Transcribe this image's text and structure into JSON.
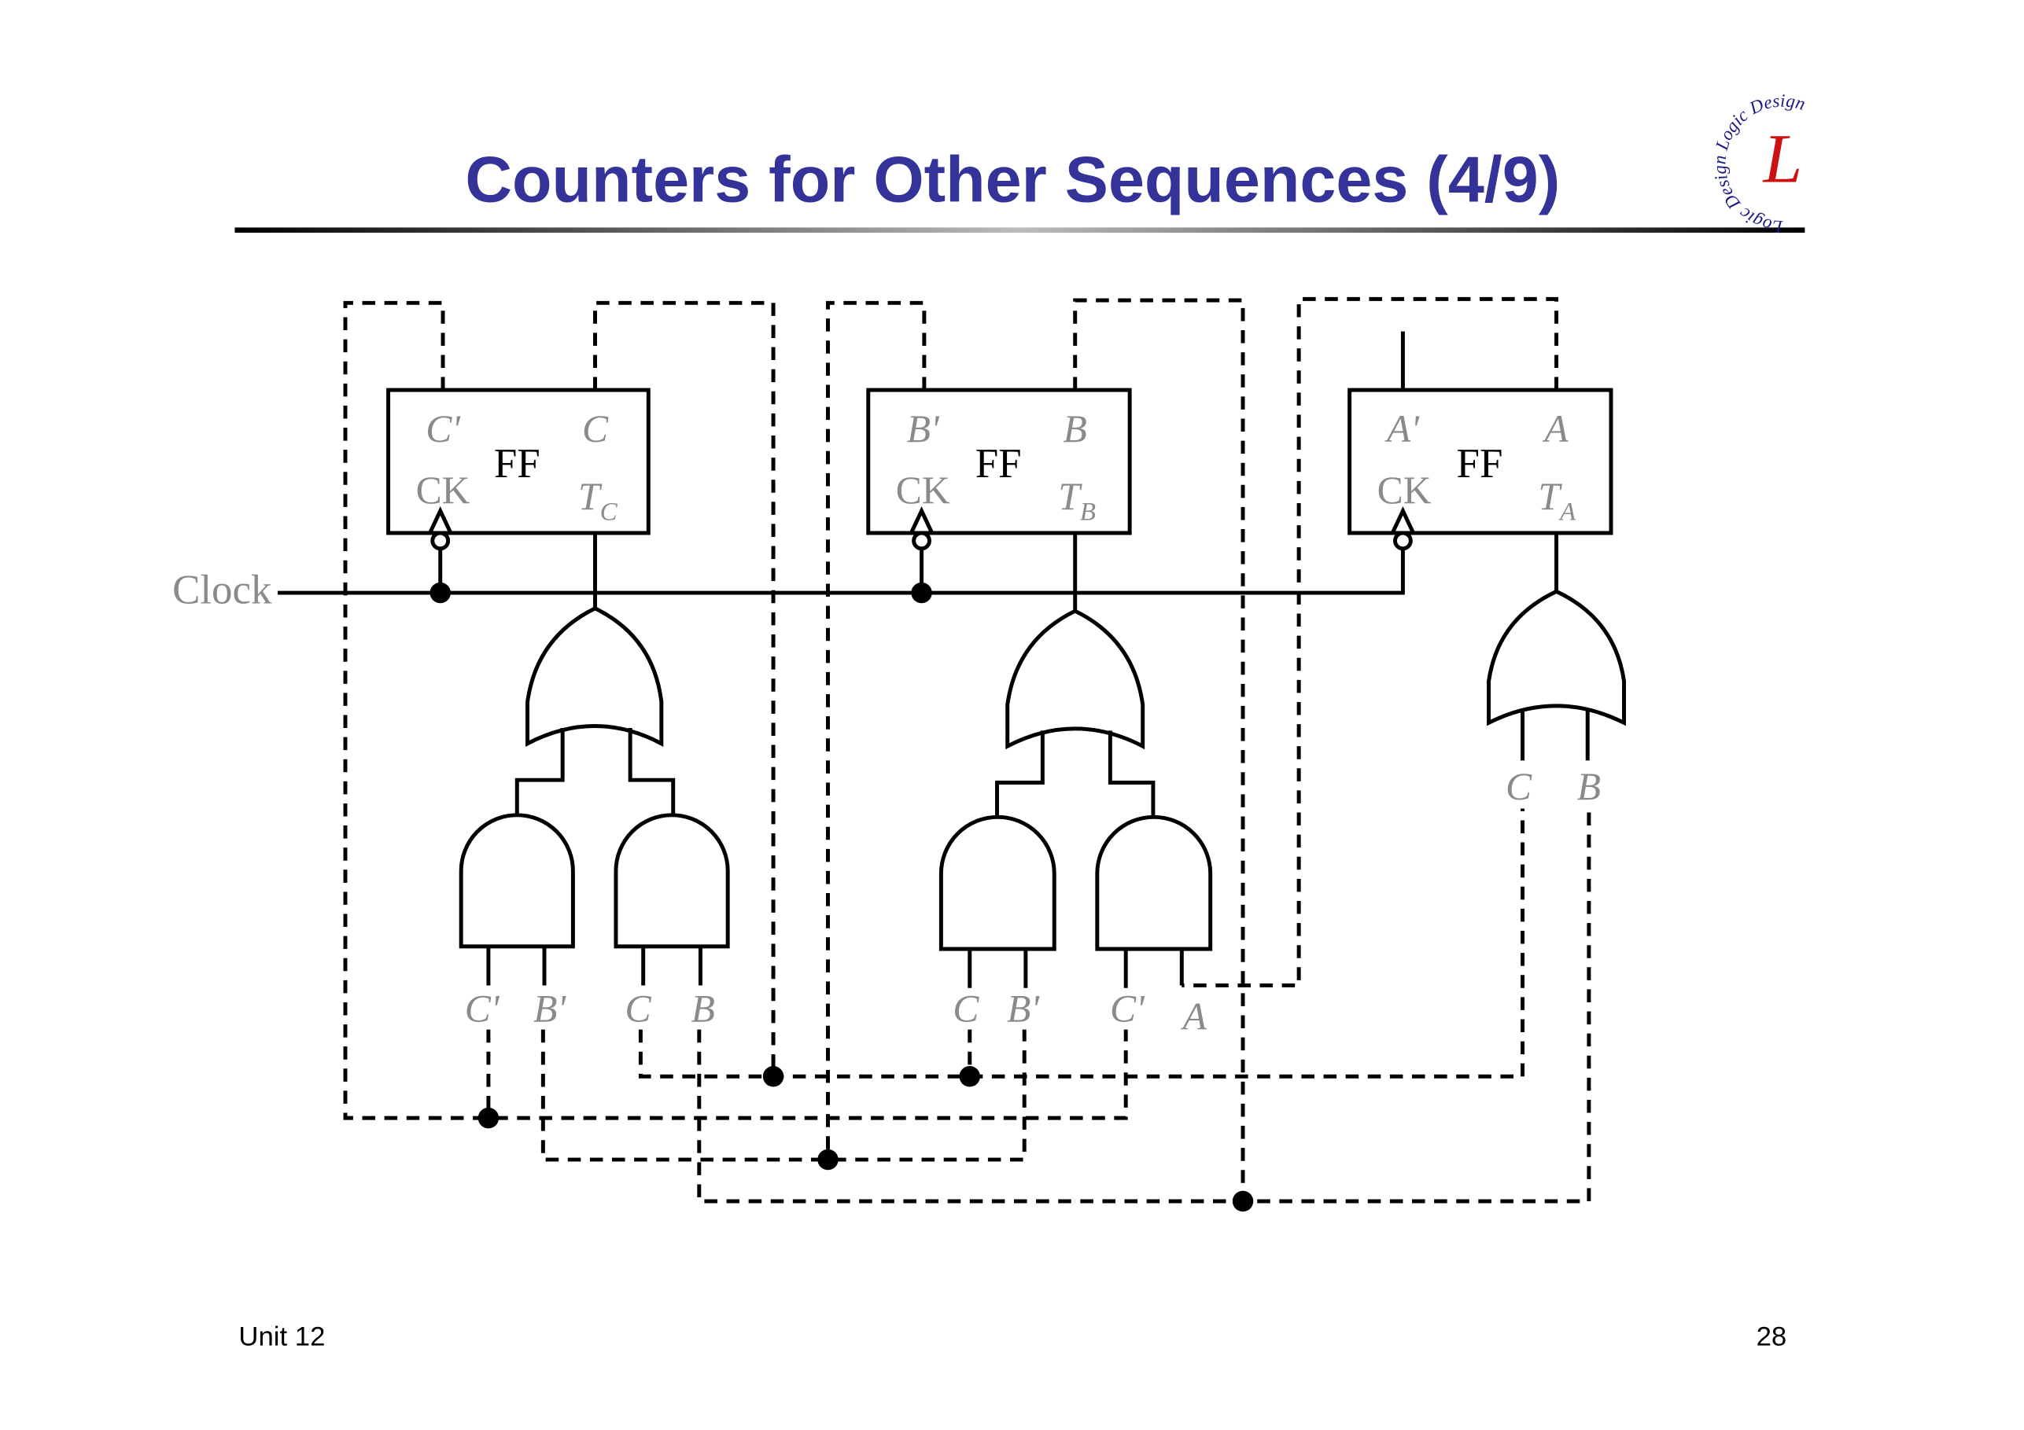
{
  "slide": {
    "title": "Counters for Other Sequences (4/9)",
    "footer_left": "Unit 12",
    "page_number": "28",
    "title_color": "#333399",
    "logo": {
      "ring_text": "Logic Design Logic Design",
      "letter": "L",
      "ring_color": "#1a1a80",
      "letter_color": "#cc1111"
    }
  },
  "circuit": {
    "clock_label": "Clock",
    "flip_flops": [
      {
        "name": "FF",
        "q_bar": "C'",
        "q": "C",
        "clock": "CK",
        "t": "T",
        "t_sub": "C"
      },
      {
        "name": "FF",
        "q_bar": "B'",
        "q": "B",
        "clock": "CK",
        "t": "T",
        "t_sub": "B"
      },
      {
        "name": "FF",
        "q_bar": "A'",
        "q": "A",
        "clock": "CK",
        "t": "T",
        "t_sub": "A"
      }
    ],
    "gate_inputs": {
      "tc_and1": [
        "C'",
        "B'"
      ],
      "tc_and2": [
        "C",
        "B"
      ],
      "tb_and1": [
        "C",
        "B'"
      ],
      "tb_and2": [
        "C'",
        "A"
      ],
      "ta_or": [
        "C",
        "B"
      ]
    }
  }
}
